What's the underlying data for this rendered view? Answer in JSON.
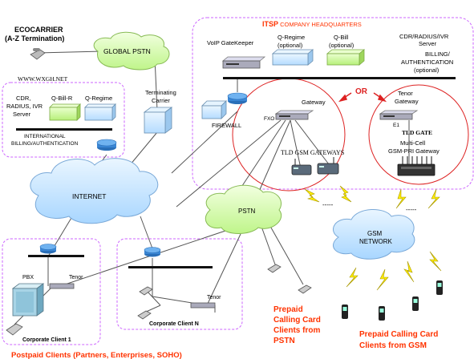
{
  "ecocarrier": {
    "title": "ECOCARRIER",
    "subtitle": "(A-Z Termination)"
  },
  "global_pstn": "GLOBAL PSTN",
  "watermark": "WWW.WXGH.NET",
  "billing_box": {
    "server_label": [
      "CDR,",
      "RADIUS, IVR",
      "Server"
    ],
    "qbill": "Q-Bill-R",
    "qregime": "Q-Regime",
    "caption": [
      "INTERNATIONAL",
      "BILLING/AUTHENTICATION"
    ]
  },
  "terminating_carrier": [
    "Terminating",
    "Carrier"
  ],
  "internet": "INTERNET",
  "itsp": {
    "title_bold": "ITSP",
    "title_rest": " COMPANY HEADQUARTERS"
  },
  "voip_gatekeeper": "VoIP GateKeeper",
  "hq_qregime": [
    "Q-Regime",
    "(optional)"
  ],
  "hq_qbill": [
    "Q-Bill",
    "(optional)"
  ],
  "cdr_server": [
    "CDR/RADIUS/IVR",
    "Server"
  ],
  "billing_auth": [
    "BILLING/",
    "AUTHENTICATION",
    "(optional)"
  ],
  "or_label": "OR",
  "gateway": "Gateway",
  "fxo": "FXO",
  "firewall": "FIREWALL",
  "gsm_gateways": "TLD GSM GATEWAYS",
  "tenor_gateway": [
    "Tenor",
    "Gateway"
  ],
  "e1": "E1",
  "tld_gate": "TLD GATE",
  "multicell": [
    "Multi-Cell",
    "GSM-PRI Gateway"
  ],
  "pstn": "PSTN",
  "dashes_left": "-----",
  "dashes_right": "-----",
  "gsm_network": [
    "GSM",
    "NETWORK"
  ],
  "pbx": "PBX",
  "tenor_client1": "Tenor",
  "tenor_clientn": "Tenor",
  "corporate_client_1": "Corporate Client 1",
  "corporate_client_n": "Corporate Client N",
  "prepaid_pstn": [
    "Prepaid",
    "Calling Card",
    "Clients from",
    "PSTN"
  ],
  "prepaid_gsm": [
    "Prepaid Calling Card",
    "Clients from GSM"
  ],
  "postpaid": "Postpaid Clients (Partners, Enterprises, SOHO)",
  "colors": {
    "orange": "#ff3300",
    "purple": "#cc66ff",
    "red": "#dd2222",
    "cloud": "#c6e6ff",
    "cloud_green": "#ccff99",
    "bolt": "#ffee00"
  }
}
